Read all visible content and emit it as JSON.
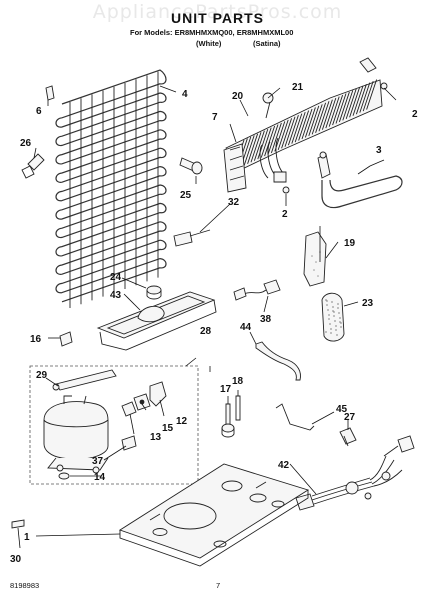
{
  "header": {
    "watermark": "AppliancePartsPros.com",
    "title": "UNIT PARTS",
    "models_prefix": "For Models:",
    "model_white": "ER8MHMXMQ00,",
    "model_satina": "ER8MHMXML00",
    "color_white": "(White)",
    "color_satina": "(Satina)"
  },
  "footer": {
    "doc_number": "8198983",
    "page_number": "7"
  },
  "callouts": [
    "1",
    "2",
    "2",
    "3",
    "4",
    "6",
    "7",
    "12",
    "13",
    "14",
    "15",
    "16",
    "17",
    "18",
    "19",
    "20",
    "21",
    "23",
    "24",
    "25",
    "26",
    "27",
    "28",
    "29",
    "30",
    "32",
    "37",
    "38",
    "42",
    "43",
    "44",
    "45"
  ],
  "colors": {
    "ink": "#111111",
    "watermark": "#e8e8e8"
  }
}
